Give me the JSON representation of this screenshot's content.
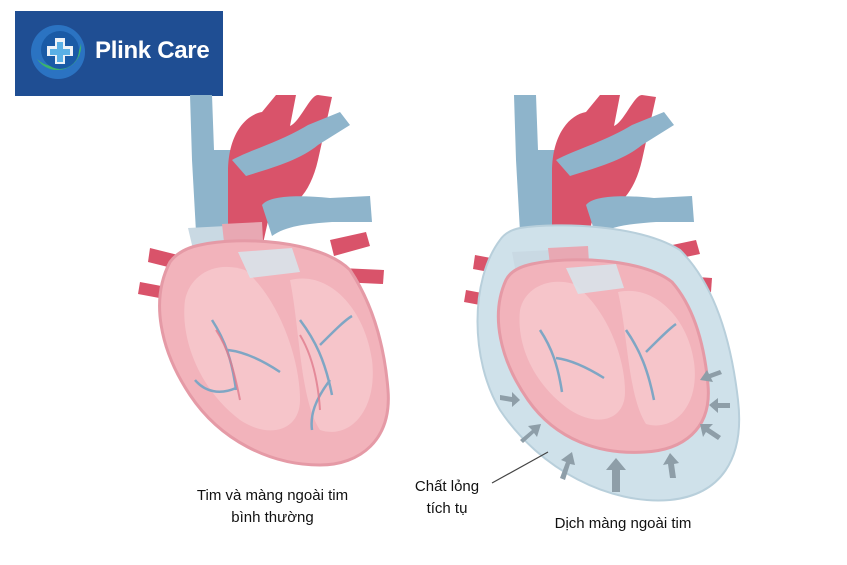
{
  "logo": {
    "text": "Plink Care",
    "background": "#1f4e93",
    "icon": "medical-cross-icon"
  },
  "labels": {
    "normal_heart_line1": "Tim và màng ngoài tim",
    "normal_heart_line2": "bình thường",
    "fluid_line1": "Chất lỏng",
    "fluid_line2": "tích tụ",
    "effusion": "Dịch màng ngoài tim"
  },
  "colors": {
    "vein_blue": "#8eb4cb",
    "artery_red": "#d9536a",
    "heart_pink": "#f2b3bb",
    "fluid_blue": "#cfe1ea",
    "vessel_line": "#7fa6c4"
  }
}
